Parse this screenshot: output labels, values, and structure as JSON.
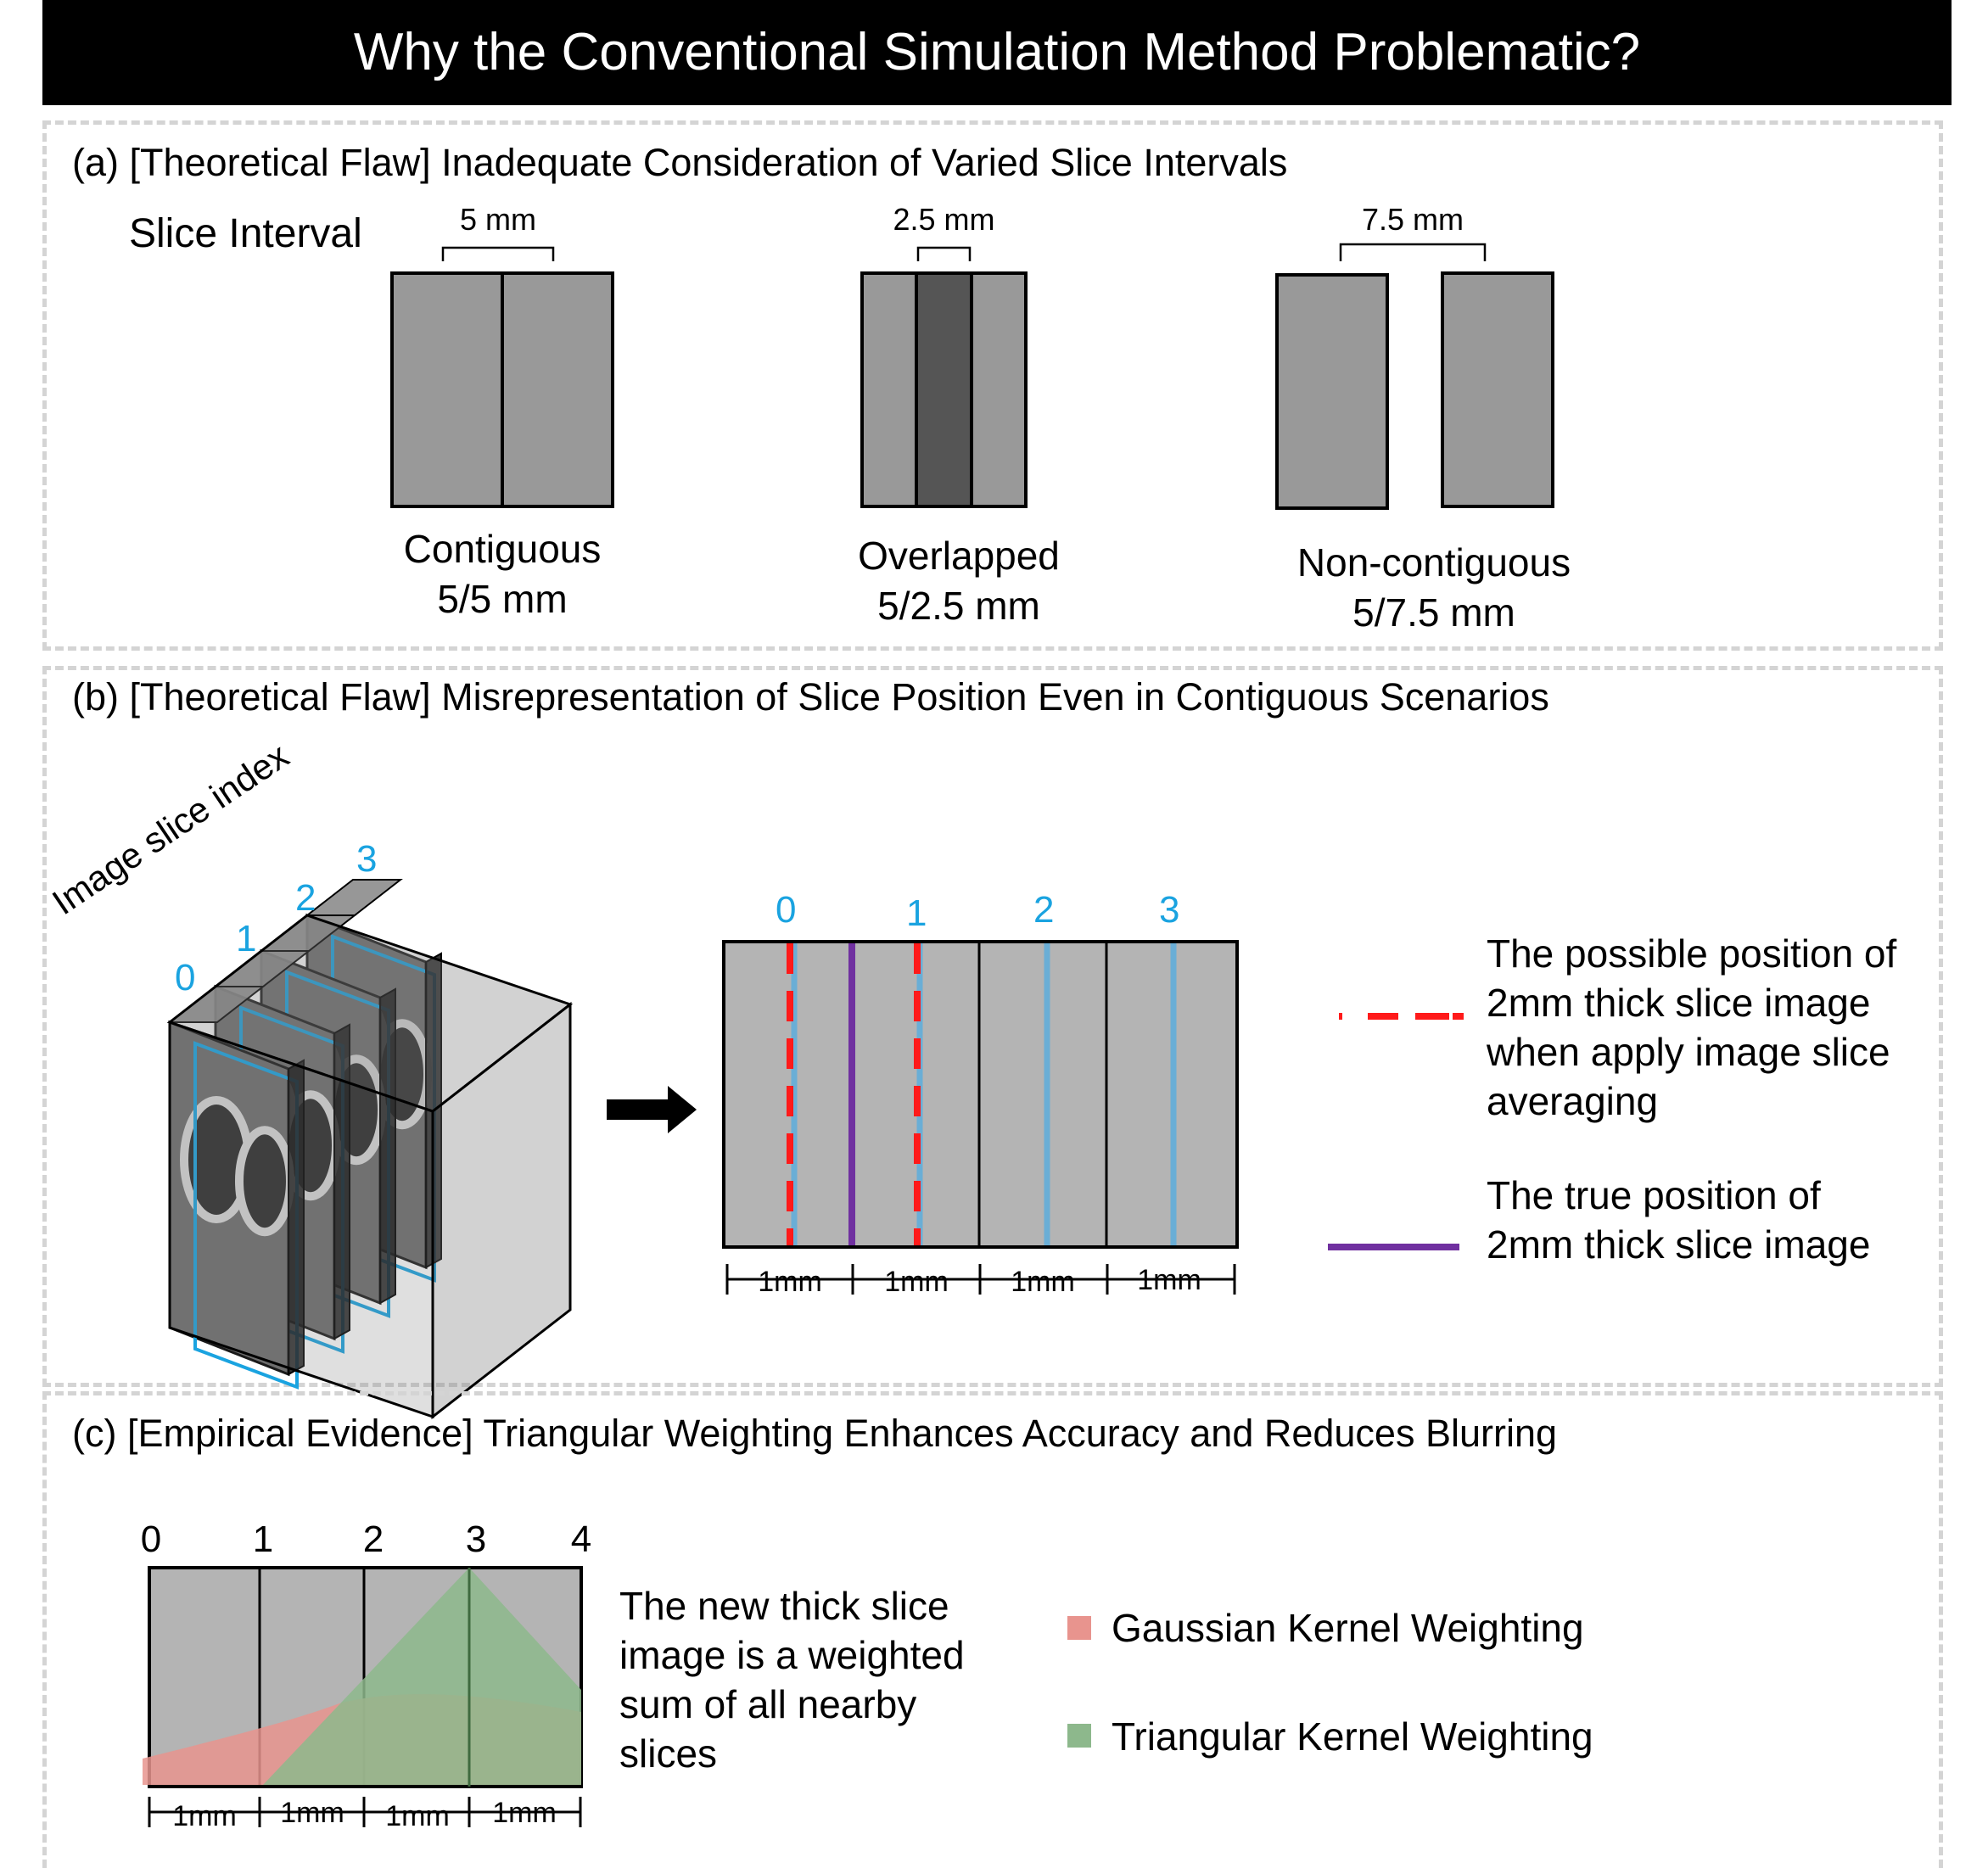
{
  "title": "Why the Conventional Simulation Method Problematic?",
  "panel_a": {
    "title": "(a) [Theoretical Flaw] Inadequate Consideration of Varied Slice Intervals",
    "row_label": "Slice Interval",
    "examples": [
      {
        "interval": "5 mm",
        "name": "Contiguous",
        "spec": "5/5 mm"
      },
      {
        "interval": "2.5 mm",
        "name": "Overlapped",
        "spec": "5/2.5 mm"
      },
      {
        "interval": "7.5 mm",
        "name": "Non-contiguous",
        "spec": "5/7.5 mm"
      }
    ]
  },
  "panel_b": {
    "title": "(b) [Theoretical Flaw] Misrepresentation of Slice Position Even in Contiguous Scenarios",
    "axis_label": "Image slice index",
    "stack_indices": [
      "0",
      "1",
      "2",
      "3"
    ],
    "position_indices": [
      "0",
      "1",
      "2",
      "3"
    ],
    "spacing_labels": [
      "1mm",
      "1mm",
      "1mm",
      "1mm"
    ],
    "legend_possible": "The possible position of 2mm thick slice image when apply image slice averaging",
    "legend_true": "The true position of 2mm thick slice image",
    "colors": {
      "index": "#1aa3e0",
      "slice_line": "#6aaed6",
      "dashed": "#ff1a1a",
      "true": "#7030a0"
    }
  },
  "panel_c": {
    "title": "(c) [Empirical Evidence] Triangular Weighting Enhances Accuracy and Reduces Blurring",
    "ticks": [
      "0",
      "1",
      "2",
      "3",
      "4"
    ],
    "spacing_labels": [
      "1mm",
      "1mm",
      "1mm",
      "1mm"
    ],
    "description": "The new thick slice image is a weighted sum of all nearby slices",
    "legend": [
      {
        "label": "Gaussian Kernel Weighting",
        "color": "#e8948e"
      },
      {
        "label": "Triangular Kernel Weighting",
        "color": "#8db88c"
      }
    ]
  }
}
